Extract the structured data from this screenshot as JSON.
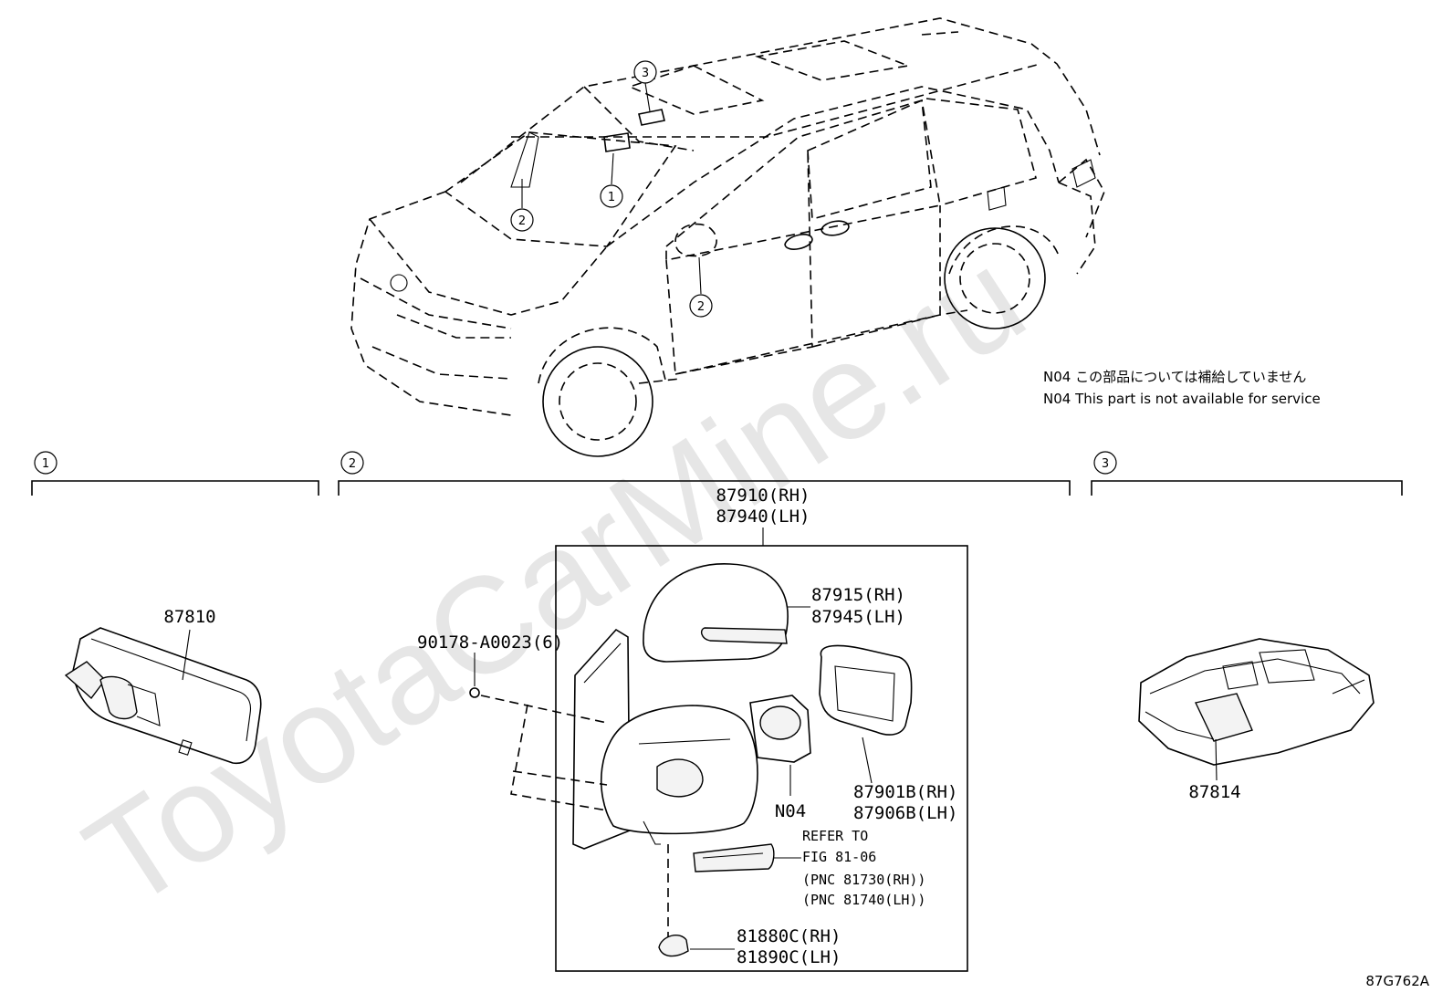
{
  "watermark": "ToyotaCarMine.ru",
  "drawing_code": "87G762A",
  "notes": {
    "jp": "N04 この部品については補給していません",
    "en": "N04 This part is not available for service"
  },
  "callouts": {
    "c1": "1",
    "c2": "2",
    "c3": "3"
  },
  "sections": [
    {
      "marker": "1"
    },
    {
      "marker": "2"
    },
    {
      "marker": "3"
    }
  ],
  "parts": {
    "inner_mirror": "87810",
    "console_box": "87814",
    "mirror_assy_rh": "87910(RH)",
    "mirror_assy_lh": "87940(LH)",
    "cover_rh": "87915(RH)",
    "cover_lh": "87945(LH)",
    "glass_rh": "87901B(RH)",
    "glass_lh": "87906B(LH)",
    "actuator": "N04",
    "screw": "90178-A0023(6)",
    "lamp_rh": "81880C(RH)",
    "lamp_lh": "81890C(LH)"
  },
  "refer": {
    "line1": "REFER TO",
    "line2": "FIG 81-06",
    "pnc_rh": "(PNC 81730(RH))",
    "pnc_lh": "(PNC 81740(LH))"
  }
}
